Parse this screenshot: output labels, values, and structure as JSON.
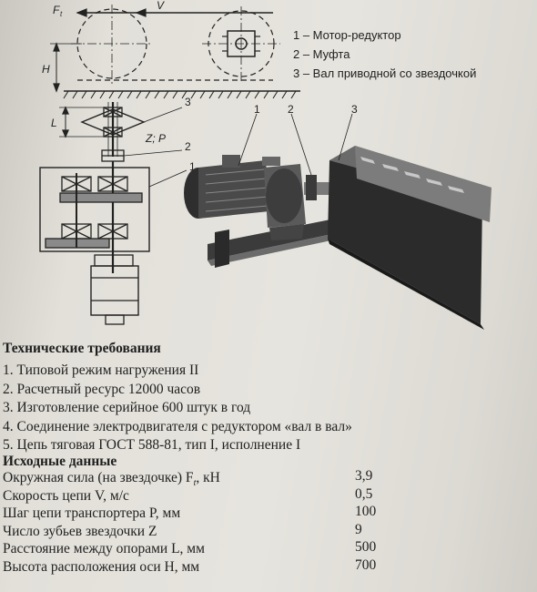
{
  "diagram": {
    "label_force": "F",
    "label_force_sub": "t",
    "label_speed": "V",
    "label_height": "H",
    "label_length": "L",
    "label_sprocket": "Z; P",
    "callout_1": "1",
    "callout_2": "2",
    "callout_3": "3",
    "photo_callout_1": "1",
    "photo_callout_2": "2",
    "photo_callout_3": "3"
  },
  "legend": [
    "1 – Мотор-редуктор",
    "2 – Муфта",
    "3 – Вал приводной со звездочкой"
  ],
  "requirements": {
    "title": "Технические требования",
    "items": [
      "1. Типовой режим нагружения II",
      "2. Расчетный ресурс 12000 часов",
      "3. Изготовление серийное 600 штук в год",
      "4. Соединение электродвигателя с редуктором «вал в вал»",
      "5. Цепь тяговая ГОСТ 588-81, тип I, исполнение I"
    ]
  },
  "input_data": {
    "title": "Исходные данные",
    "rows": [
      {
        "label": "Окружная сила (на звездочке)  F",
        "sub": "t",
        "unit": ", кН",
        "value": "3,9"
      },
      {
        "label": "Скорость цепи V, м/с",
        "sub": "",
        "unit": "",
        "value": "0,5"
      },
      {
        "label": "Шаг цепи транспортера P, мм",
        "sub": "",
        "unit": "",
        "value": "100"
      },
      {
        "label": "Число зубьев звездочки Z",
        "sub": "",
        "unit": "",
        "value": "9"
      },
      {
        "label": "Расстояние между опорами L, мм",
        "sub": "",
        "unit": "",
        "value": "500"
      },
      {
        "label": "Высота расположения оси H, мм",
        "sub": "",
        "unit": "",
        "value": "700"
      }
    ]
  }
}
